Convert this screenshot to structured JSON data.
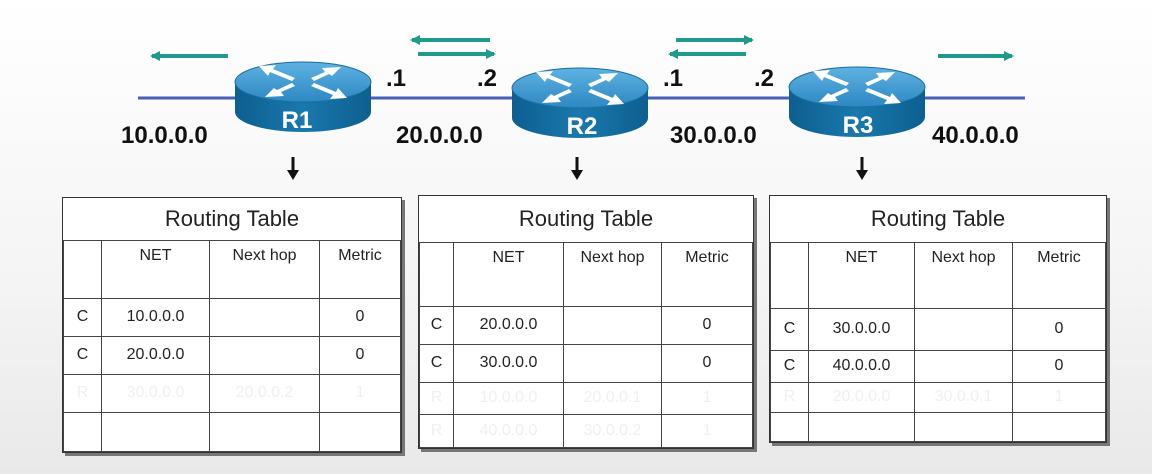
{
  "topology": {
    "routers": [
      {
        "name": "R1"
      },
      {
        "name": "R2"
      },
      {
        "name": "R3"
      }
    ],
    "networks": [
      "10.0.0.0",
      "20.0.0.0",
      "30.0.0.0",
      "40.0.0.0"
    ],
    "interfaces": [
      ".1",
      ".2",
      ".1",
      ".2"
    ]
  },
  "tables": [
    {
      "title": "Routing Table",
      "columns": [
        "",
        "NET",
        "Next hop",
        "Metric"
      ],
      "rows": [
        {
          "type": "C",
          "net": "10.0.0.0",
          "hop": "",
          "metric": "0",
          "faded": false
        },
        {
          "type": "C",
          "net": "20.0.0.0",
          "hop": "",
          "metric": "0",
          "faded": false
        },
        {
          "type": "R",
          "net": "30.0.0.0",
          "hop": "20.0.0.2",
          "metric": "1",
          "faded": true
        },
        {
          "type": "",
          "net": "",
          "hop": "",
          "metric": "",
          "faded": false
        }
      ]
    },
    {
      "title": "Routing Table",
      "columns": [
        "",
        "NET",
        "Next hop",
        "Metric"
      ],
      "rows": [
        {
          "type": "C",
          "net": "20.0.0.0",
          "hop": "",
          "metric": "0",
          "faded": false
        },
        {
          "type": "C",
          "net": "30.0.0.0",
          "hop": "",
          "metric": "0",
          "faded": false
        },
        {
          "type": "R",
          "net": "10.0.0.0",
          "hop": "20.0.0.1",
          "metric": "1",
          "faded": true
        },
        {
          "type": "R",
          "net": "40.0.0.0",
          "hop": "30.0.0.2",
          "metric": "1",
          "faded": true
        }
      ]
    },
    {
      "title": "Routing Table",
      "columns": [
        "",
        "NET",
        "Next hop",
        "Metric"
      ],
      "rows": [
        {
          "type": "C",
          "net": "30.0.0.0",
          "hop": "",
          "metric": "0",
          "faded": false
        },
        {
          "type": "C",
          "net": "40.0.0.0",
          "hop": "",
          "metric": "0",
          "faded": false
        },
        {
          "type": "R",
          "net": "20.0.0.0",
          "hop": "30.0.0.1",
          "metric": "1",
          "faded": true
        },
        {
          "type": "",
          "net": "",
          "hop": "",
          "metric": "",
          "faded": false
        }
      ]
    }
  ]
}
